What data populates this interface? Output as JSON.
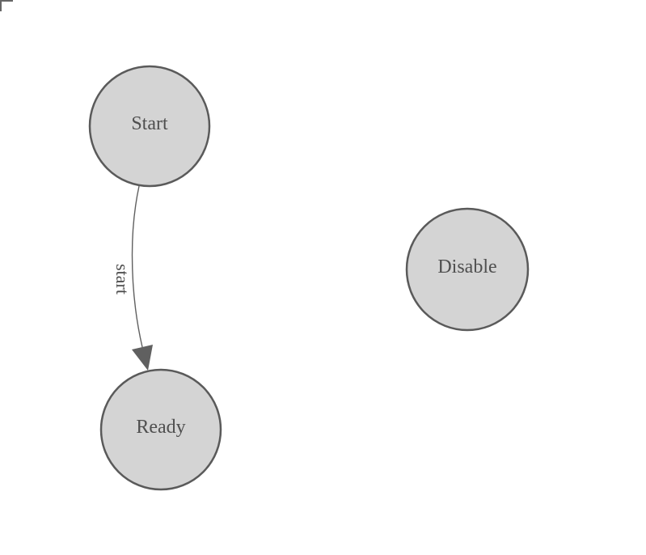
{
  "diagram": {
    "nodes": [
      {
        "label": "Start"
      },
      {
        "label": "Ready"
      },
      {
        "label": "Disable"
      }
    ],
    "edges": [
      {
        "label": "start",
        "source": "Start",
        "target": "Ready"
      }
    ]
  },
  "colors": {
    "canvas_bg": "#ffffff",
    "node_fill": "#d4d4d4",
    "node_stroke": "#5a5a5a",
    "node_label": "#4f4f4f",
    "edge_stroke": "#606060",
    "edge_label": "#4f4f4f",
    "corner_mark": "#666666"
  }
}
